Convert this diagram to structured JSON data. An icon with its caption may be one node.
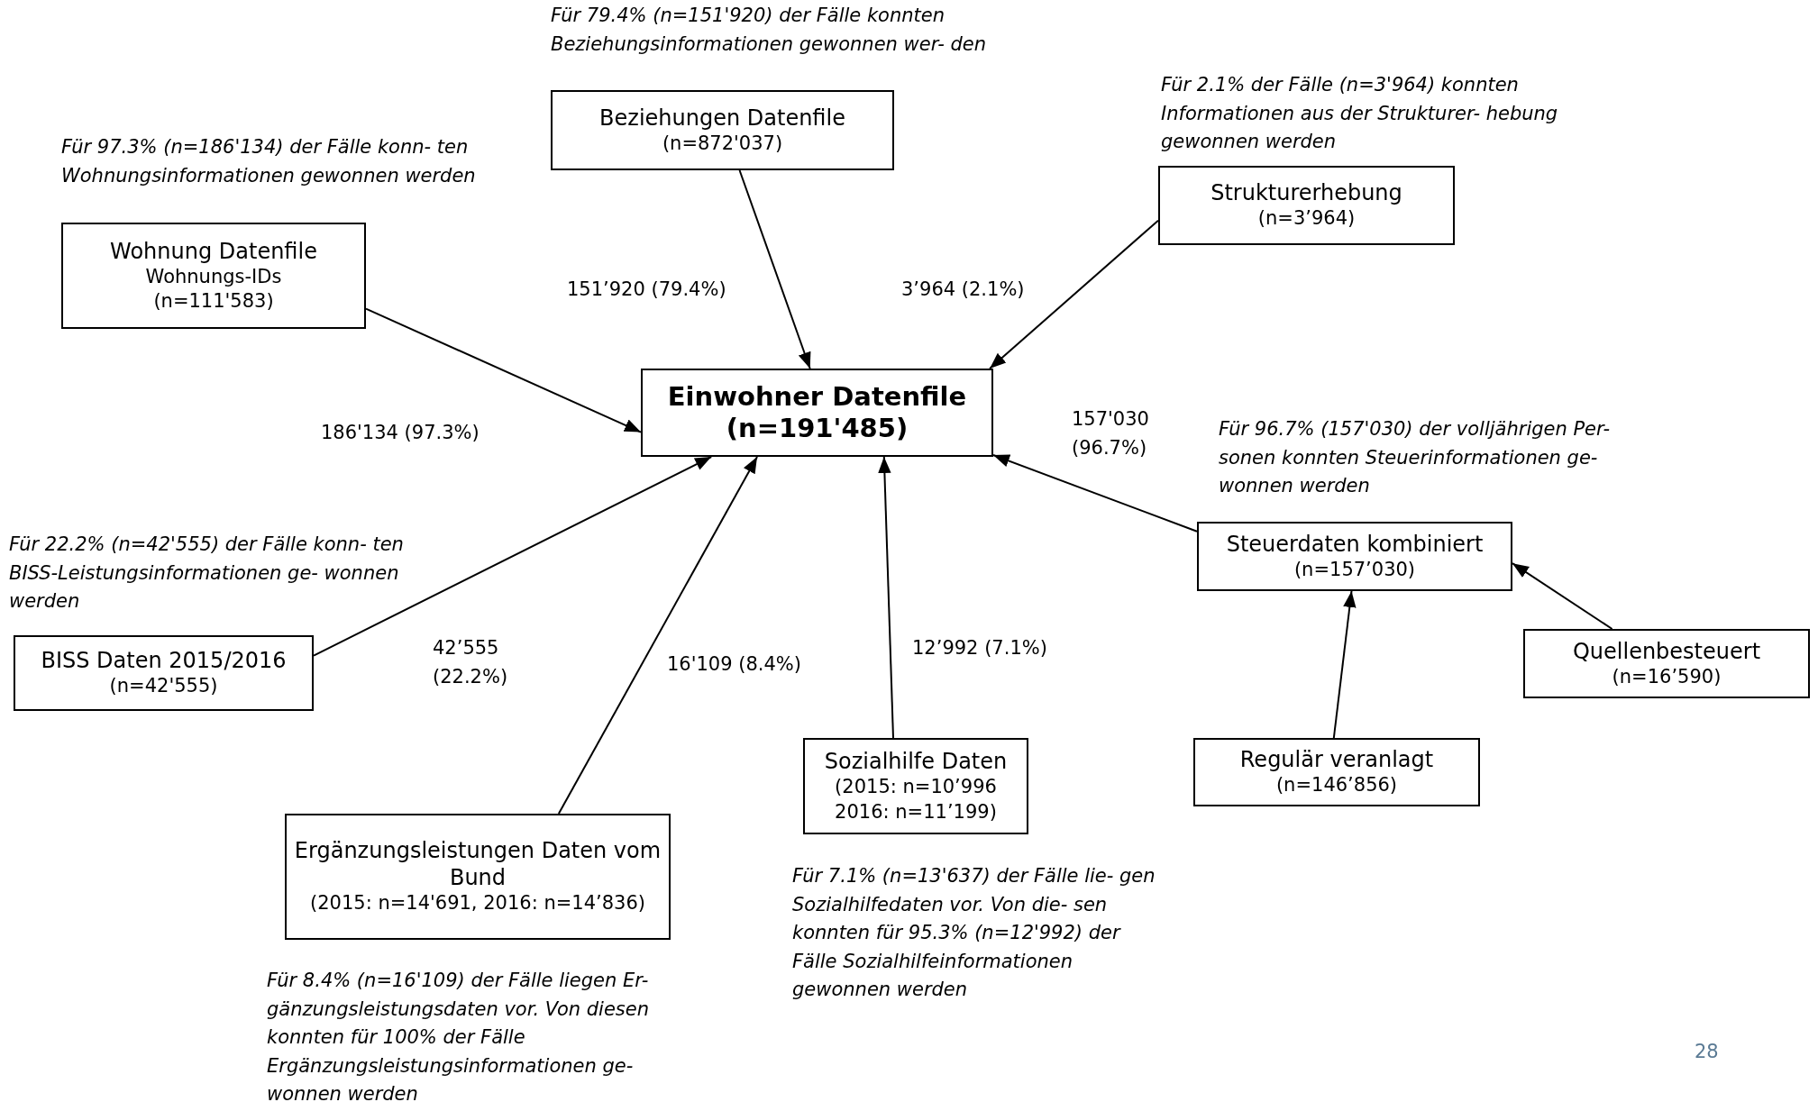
{
  "diagram": {
    "nodes": [
      {
        "text": [
          "Beziehungen Datenfile",
          "(n=872'037)"
        ],
        "beside": [
          "Für 79.4% (n=151'920) der Fälle konnten Beziehungsinformationen gewonnen wer- den"
        ]
      },
      {
        "text": [
          "Strukturerhebung",
          "(n=3’964)"
        ],
        "beside": [
          "Für 2.1% der Fälle (n=3'964) konnten Informationen aus der Strukturer- hebung gewonnen werden"
        ]
      },
      {
        "text": [
          "Wohnung Datenfile",
          "Wohnungs-IDs",
          "(n=111'583)"
        ],
        "beside": [
          "Für 97.3% (n=186'134) der Fälle konn- ten Wohnungsinformationen gewonnen werden"
        ]
      },
      {
        "text": [
          "Einwohner Datenfile",
          "(n=191'485)"
        ]
      },
      {
        "text": [
          "Steuerdaten kombiniert",
          "(n=157’030)"
        ],
        "beside": [
          "Für 96.7% (157'030) der volljährigen Per- sonen konnten Steuerinformationen ge- wonnen werden"
        ]
      },
      {
        "text": [
          "BISS Daten 2015/2016",
          "(n=42'555)"
        ],
        "beside": [
          "Für 22.2% (n=42'555) der Fälle konn- ten BISS-Leistungsinformationen ge- wonnen werden"
        ]
      },
      {
        "text": [
          "Quellenbesteuert",
          "(n=16’590)"
        ]
      },
      {
        "text": [
          "Sozialhilfe Daten",
          "(2015: n=10’996 2016: n=11’199)"
        ],
        "beside": [
          "Für 7.1% (n=13'637) der Fälle lie- gen Sozialhilfedaten vor. Von die- sen konnten für 95.3% (n=12'992) der Fälle Sozialhilfeinformationen gewonnen werden"
        ]
      },
      {
        "text": [
          "Regulär veranlagt",
          "(n=146’856)"
        ]
      },
      {
        "text": [
          "Ergänzungsleistungen Daten vom Bund",
          "(2015: n=14'691, 2016: n=14’836)"
        ],
        "beside": [
          "Für 8.4% (n=16'109) der Fälle liegen Er- gänzungsleistungsdaten vor. Von diesen konnten für 100% der Fälle Ergänzungsleistungsinformationen ge- wonnen werden"
        ]
      }
    ],
    "edges": [
      {
        "from": 0,
        "to": 3,
        "arrow": "to",
        "label": "151’920 (79.4%)"
      },
      {
        "from": 1,
        "to": 3,
        "arrow": "to",
        "label": "3’964 (2.1%)"
      },
      {
        "from": 2,
        "to": 3,
        "arrow": "to",
        "label": "186'134 (97.3%)"
      },
      {
        "from": 4,
        "to": 3,
        "arrow": "to",
        "label": "157'030 (96.7%)"
      },
      {
        "from": 5,
        "to": 3,
        "arrow": "to",
        "label": "42’555 (22.2%)"
      },
      {
        "from": 9,
        "to": 3,
        "arrow": "to",
        "label": "16'109 (8.4%)"
      },
      {
        "from": 7,
        "to": 3,
        "arrow": "to",
        "label": "12’992 (7.1%)"
      },
      {
        "from": 6,
        "to": 4,
        "arrow": "to"
      },
      {
        "from": 8,
        "to": 4,
        "arrow": "to"
      }
    ],
    "labels": [
      "28"
    ]
  }
}
